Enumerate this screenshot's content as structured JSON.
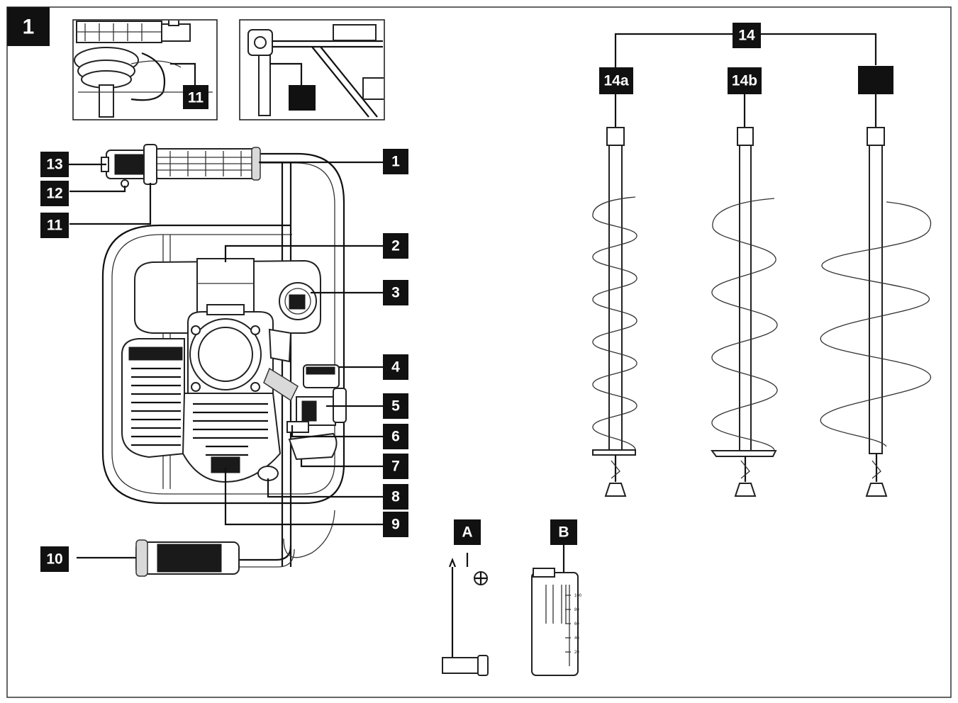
{
  "figure": {
    "number": "1",
    "accent_color": "#111111",
    "label_text_color": "#ffffff"
  },
  "inset_labels": {
    "left": "11",
    "right": ""
  },
  "part_labels": {
    "p1": "1",
    "p2": "2",
    "p3": "3",
    "p4": "4",
    "p5": "5",
    "p6": "6",
    "p7": "7",
    "p8": "8",
    "p9": "9",
    "p10": "10",
    "p11": "11",
    "p12": "12",
    "p13": "13"
  },
  "auger_labels": {
    "group": "14",
    "a": "14a",
    "b": "14b",
    "c": ""
  },
  "accessory_labels": {
    "a": "A",
    "b": "B"
  },
  "measuring_bottle": {
    "scale_marks": [
      "100",
      "80",
      "60",
      "40",
      "20"
    ]
  }
}
